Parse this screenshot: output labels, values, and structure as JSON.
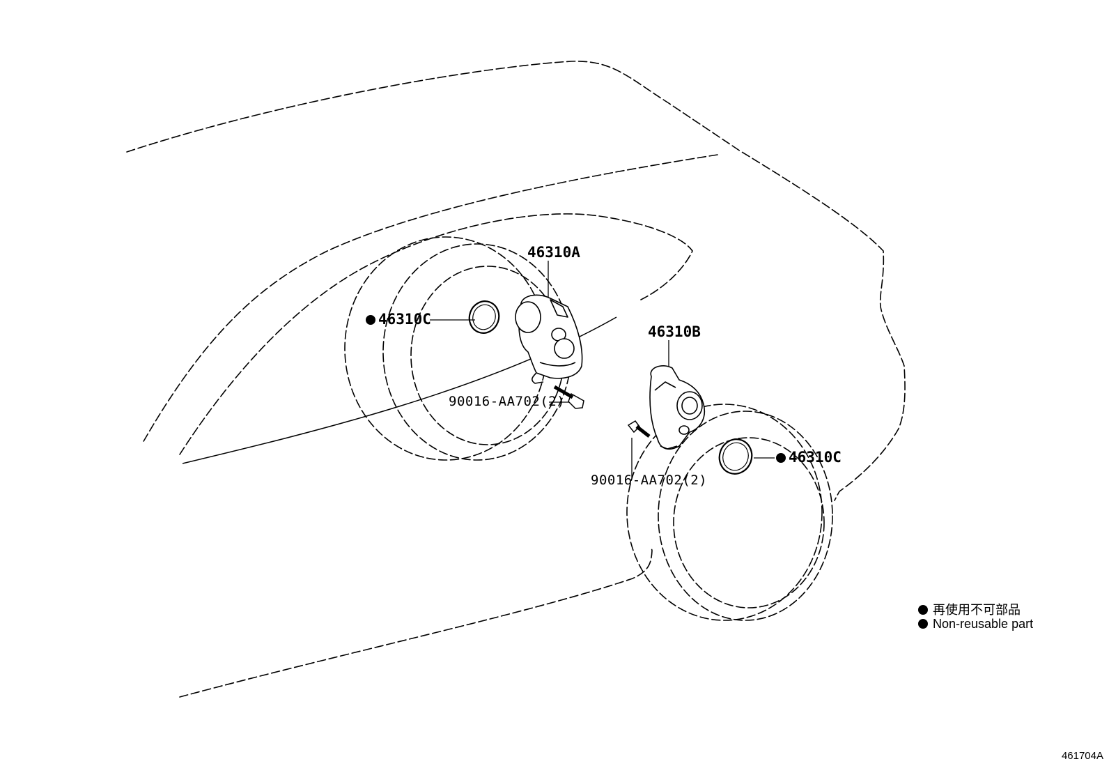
{
  "labels": {
    "actuator_a": "46310A",
    "actuator_b": "46310B",
    "gasket_left": "46310C",
    "gasket_right": "46310C",
    "bolt_left": "90016-AA702(2)",
    "bolt_right": "90016-AA702(2)"
  },
  "legend": {
    "line1": "再使用不可部品",
    "line2": "Non-reusable part"
  },
  "figure_id": "461704A"
}
